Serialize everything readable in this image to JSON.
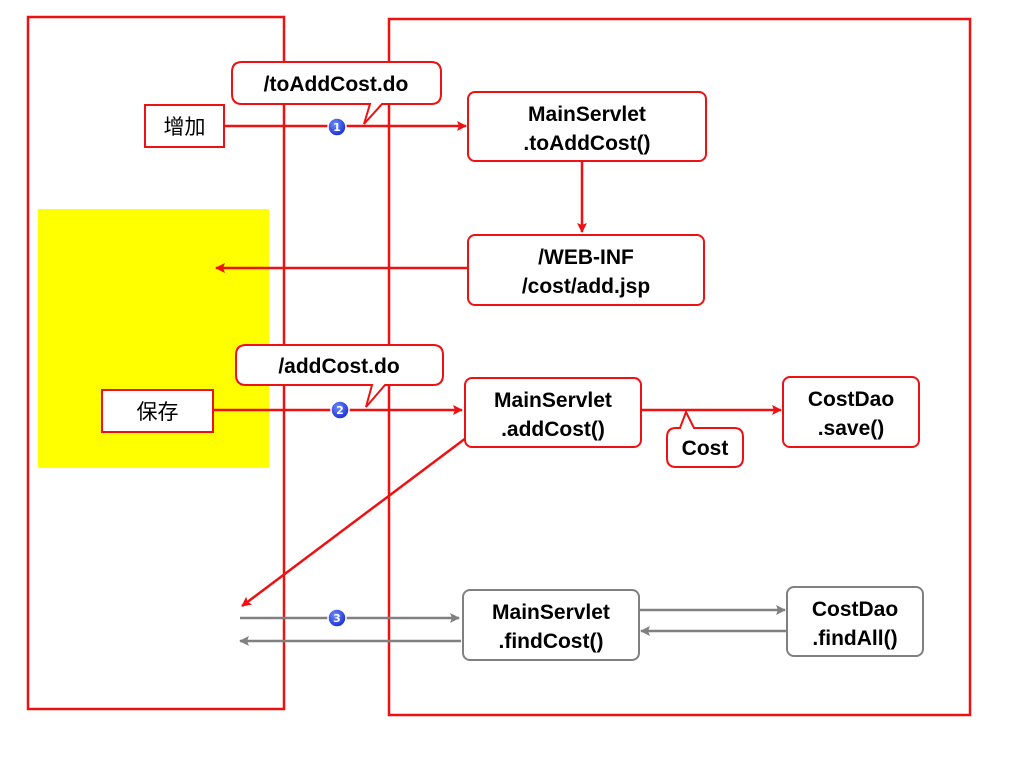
{
  "colors": {
    "red": "#ee1111",
    "gray": "#808080",
    "yellow": "#ffff00",
    "badge": "#1a2fd0"
  },
  "buttons": {
    "add": "增加",
    "save": "保存"
  },
  "callouts": {
    "to_add_url": "/toAddCost.do",
    "add_url": "/addCost.do",
    "cost_param": "Cost"
  },
  "nodes": {
    "to_add_cost": [
      "MainServlet",
      ".toAddCost()"
    ],
    "add_jsp": [
      "/WEB-INF",
      "/cost/add.jsp"
    ],
    "add_cost": [
      "MainServlet",
      ".addCost()"
    ],
    "cost_dao_save": [
      "CostDao",
      ".save()"
    ],
    "find_cost": [
      "MainServlet",
      ".findCost()"
    ],
    "cost_dao_find_all": [
      "CostDao",
      ".findAll()"
    ]
  },
  "steps": [
    "1",
    "2",
    "3"
  ]
}
